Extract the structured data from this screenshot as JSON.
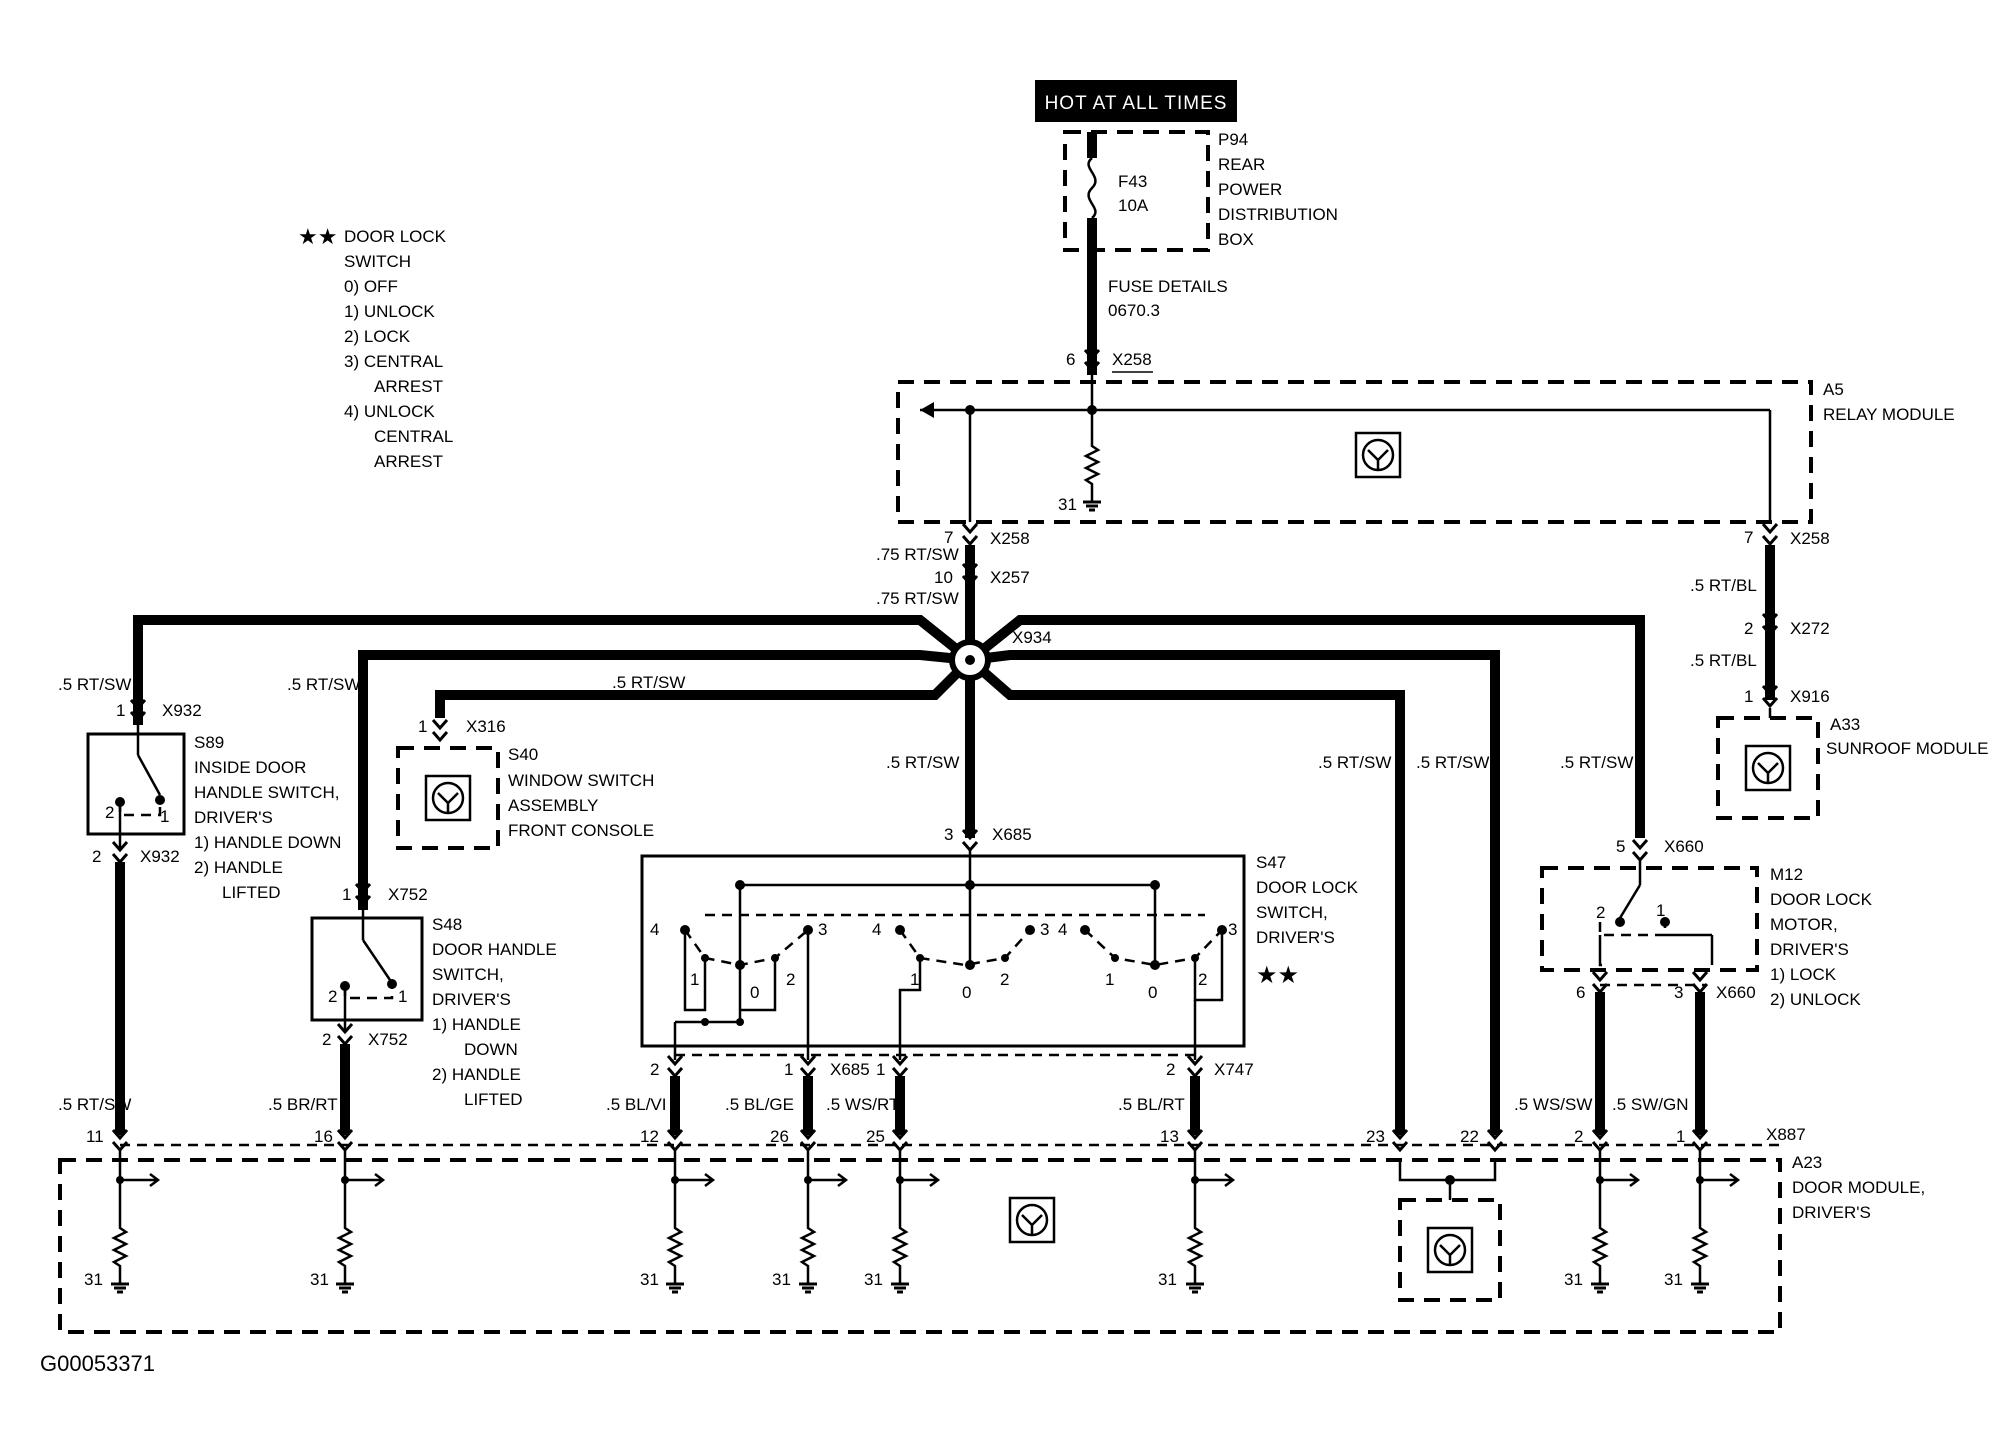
{
  "banner": "HOT AT ALL TIMES",
  "figure_id": "G00053371",
  "legend": {
    "title": [
      "DOOR LOCK",
      "SWITCH"
    ],
    "items": [
      "0)   OFF",
      "1)   UNLOCK",
      "2)   LOCK",
      "3)   CENTRAL",
      "ARREST",
      "4)   UNLOCK",
      "CENTRAL",
      "ARREST"
    ]
  },
  "fuse": {
    "id": "F43",
    "rating": "10A",
    "box_lines": [
      "P94",
      "REAR",
      "POWER",
      "DISTRIBUTION",
      "BOX"
    ],
    "details": [
      "FUSE DETAILS",
      "0670.3"
    ]
  },
  "relay": {
    "lines": [
      "A5",
      "RELAY MODULE"
    ]
  },
  "sunroof": {
    "lines": [
      "A33",
      "SUNROOF MODULE"
    ]
  },
  "s89": {
    "lines": [
      "S89",
      "INSIDE DOOR",
      "HANDLE SWITCH,",
      "DRIVER'S",
      "1)   HANDLE DOWN",
      "2)   HANDLE",
      "LIFTED"
    ]
  },
  "s40": {
    "lines": [
      "S40",
      "WINDOW SWITCH",
      "ASSEMBLY",
      "FRONT CONSOLE"
    ]
  },
  "s48": {
    "lines": [
      "S48",
      "DOOR HANDLE",
      "SWITCH,",
      "DRIVER'S",
      "1)   HANDLE",
      "DOWN",
      "2)   HANDLE",
      "LIFTED"
    ]
  },
  "s47": {
    "lines": [
      "S47",
      "DOOR LOCK",
      "SWITCH,",
      "DRIVER'S"
    ]
  },
  "m12": {
    "lines": [
      "M12",
      "DOOR LOCK",
      "MOTOR,",
      "DRIVER'S",
      "1)   LOCK",
      "2)   UNLOCK"
    ]
  },
  "a23": {
    "lines": [
      "A23",
      "DOOR MODULE,",
      "DRIVER'S"
    ]
  },
  "stars": "★★",
  "connectors": {
    "x258": "X258",
    "x257": "X257",
    "x934": "X934",
    "x272": "X272",
    "x916": "X916",
    "x932": "X932",
    "x316": "X316",
    "x752": "X752",
    "x685": "X685",
    "x747": "X747",
    "x660": "X660",
    "x887": "X887"
  },
  "wires": {
    "rtsw": ".5 RT/SW",
    "rtsw75": ".75 RT/SW",
    "rtbl": ".5 RT/BL",
    "brrt": ".5 BR/RT",
    "blvi": ".5 BL/VI",
    "blge": ".5 BL/GE",
    "wsrt": ".5 WS/RT",
    "blrt": ".5 BL/RT",
    "wssw": ".5 WS/SW",
    "swgn": ".5 SW/GN"
  },
  "pins": {
    "p1": "1",
    "p2": "2",
    "p3": "3",
    "p4": "4",
    "p5": "5",
    "p6": "6",
    "p7": "7",
    "p10": "10",
    "p11": "11",
    "p12": "12",
    "p13": "13",
    "p16": "16",
    "p22": "22",
    "p23": "23",
    "p25": "25",
    "p26": "26",
    "p31": "31",
    "p0": "0"
  }
}
